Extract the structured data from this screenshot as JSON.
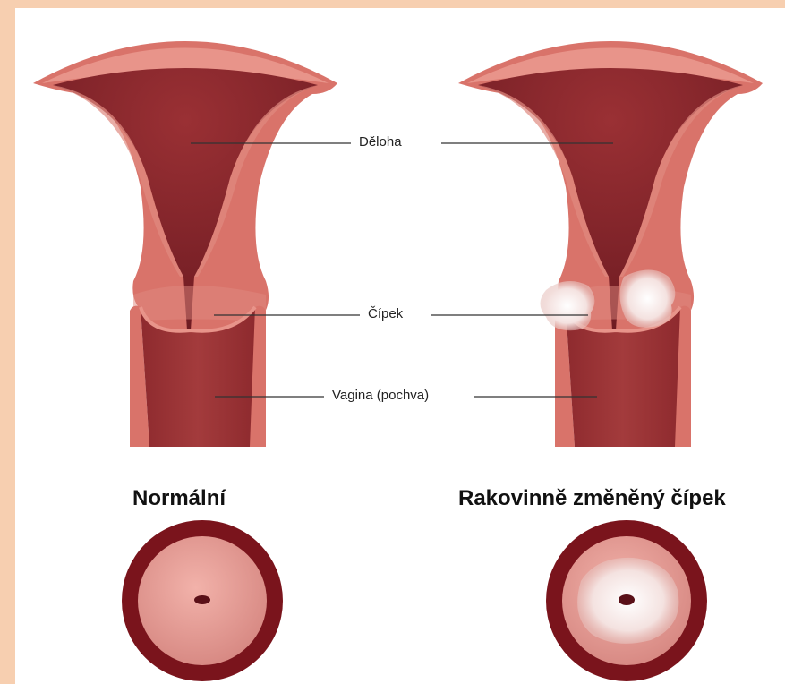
{
  "labels": {
    "uterus": "Děloha",
    "cervix": "Čípek",
    "vagina": "Vagina (pochva)"
  },
  "captions": {
    "normal": "Normální",
    "cancer": "Rakovinně změněný čípek"
  },
  "colors": {
    "background": "#f7cfb0",
    "tissue": "#d9736a",
    "tissue_light": "#e8948a",
    "cavity": "#8e2a2e",
    "cavity_dark": "#6e1b22",
    "ring": "#7a141c",
    "lesion": "#f6e4e2"
  }
}
